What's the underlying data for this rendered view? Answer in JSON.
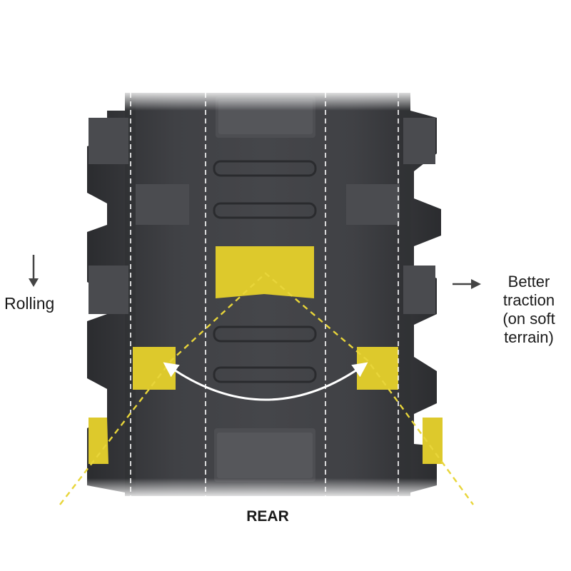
{
  "labels": {
    "rolling": "Rolling",
    "traction": "Better\ntraction\n(on soft\nterrain)",
    "rear": "REAR"
  },
  "icons": {
    "rolling_arrow": "arrow-down-icon",
    "traction_arrow": "arrow-right-icon",
    "angle_arc": "double-headed-arc-arrow"
  },
  "colors": {
    "tire_body": "#3a3b3e",
    "tire_dark": "#2c2d30",
    "knob_face": "#4a4b4f",
    "highlight_knob": "#ddc92c",
    "dashed_guide": "#e8d53a",
    "arrow": "#444444",
    "groove_line": "#ffffff"
  }
}
